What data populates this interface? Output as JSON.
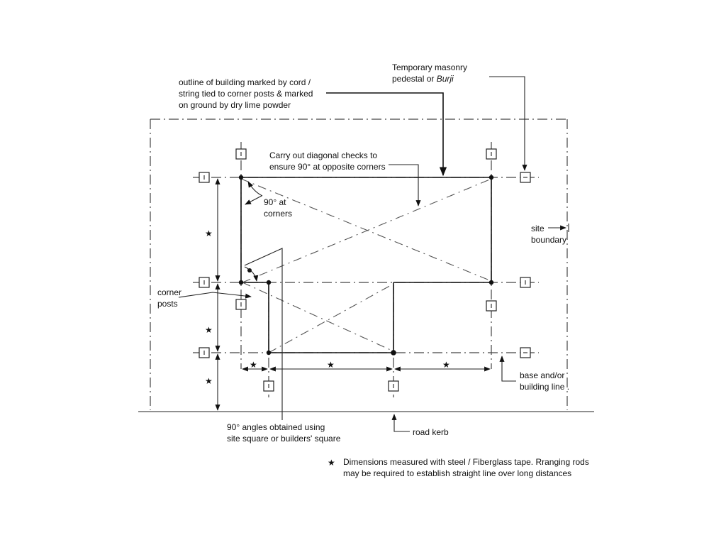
{
  "labels": {
    "outline": [
      "outline of building marked by cord /",
      "string tied to corner posts & marked",
      "on ground by dry lime powder"
    ],
    "pedestal_line1": "Temporary masonry",
    "pedestal_line2_prefix": "pedestal or ",
    "pedestal_line2_italic": "Burji",
    "diagonal": [
      "Carry out diagonal checks to",
      "ensure 90° at opposite corners"
    ],
    "ninety_corners": [
      "90° at",
      "corners"
    ],
    "site_boundary": [
      "site",
      "boundary"
    ],
    "corner_posts": [
      "corner",
      "posts"
    ],
    "base_line": [
      "base and/or",
      "building line ."
    ],
    "ninety_square": [
      "90° angles obtained using",
      "site square or builders' square"
    ],
    "road_kerb": "road kerb",
    "star_glyph": "★",
    "footnote": [
      "Dimensions measured with steel / Fiberglass tape. Rranging rods",
      "may be required to establish straight line over long distances"
    ]
  },
  "colors": {
    "ink": "#111111",
    "background": "#ffffff"
  }
}
